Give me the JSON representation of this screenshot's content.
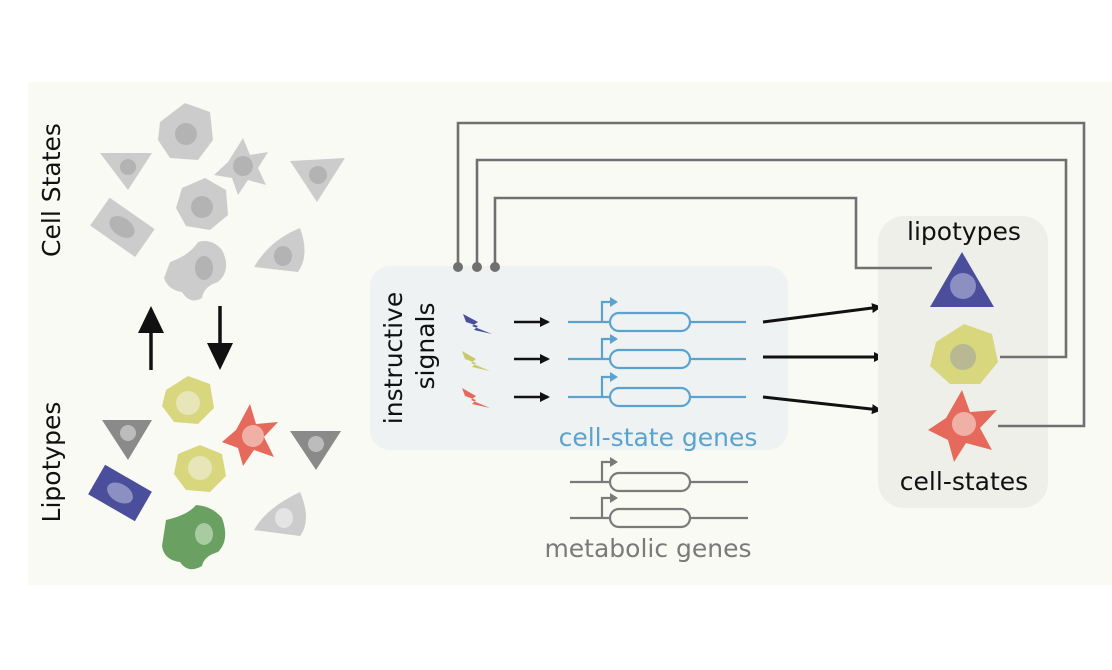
{
  "labels": {
    "cell_states_axis": "Cell States",
    "lipotypes_axis": "Lipotypes",
    "instructive_signals_line1": "instructive",
    "instructive_signals_line2": "signals",
    "cell_state_genes": "cell-state genes",
    "metabolic_genes": "metabolic genes",
    "lipotypes_output": "lipotypes",
    "cell_states_output": "cell-states"
  },
  "colors": {
    "panel_background": "#fafaf4",
    "signal_box": "#eef2f2",
    "output_box": "#efefea",
    "grey_cell": "#cccccc",
    "grey_nucleus": "#b3b3b3",
    "dark_grey_cell": "#8a8a8a",
    "yellow_cell": "#d8d77e",
    "red_cell": "#e56a5c",
    "blue_cell": "#4b4f9b",
    "green_cell": "#6aa061",
    "cell_state_gene": "#5ba3cf",
    "metabolic_gene": "#7a7a7a",
    "feedback_line": "#707070",
    "arrow": "#111111"
  }
}
